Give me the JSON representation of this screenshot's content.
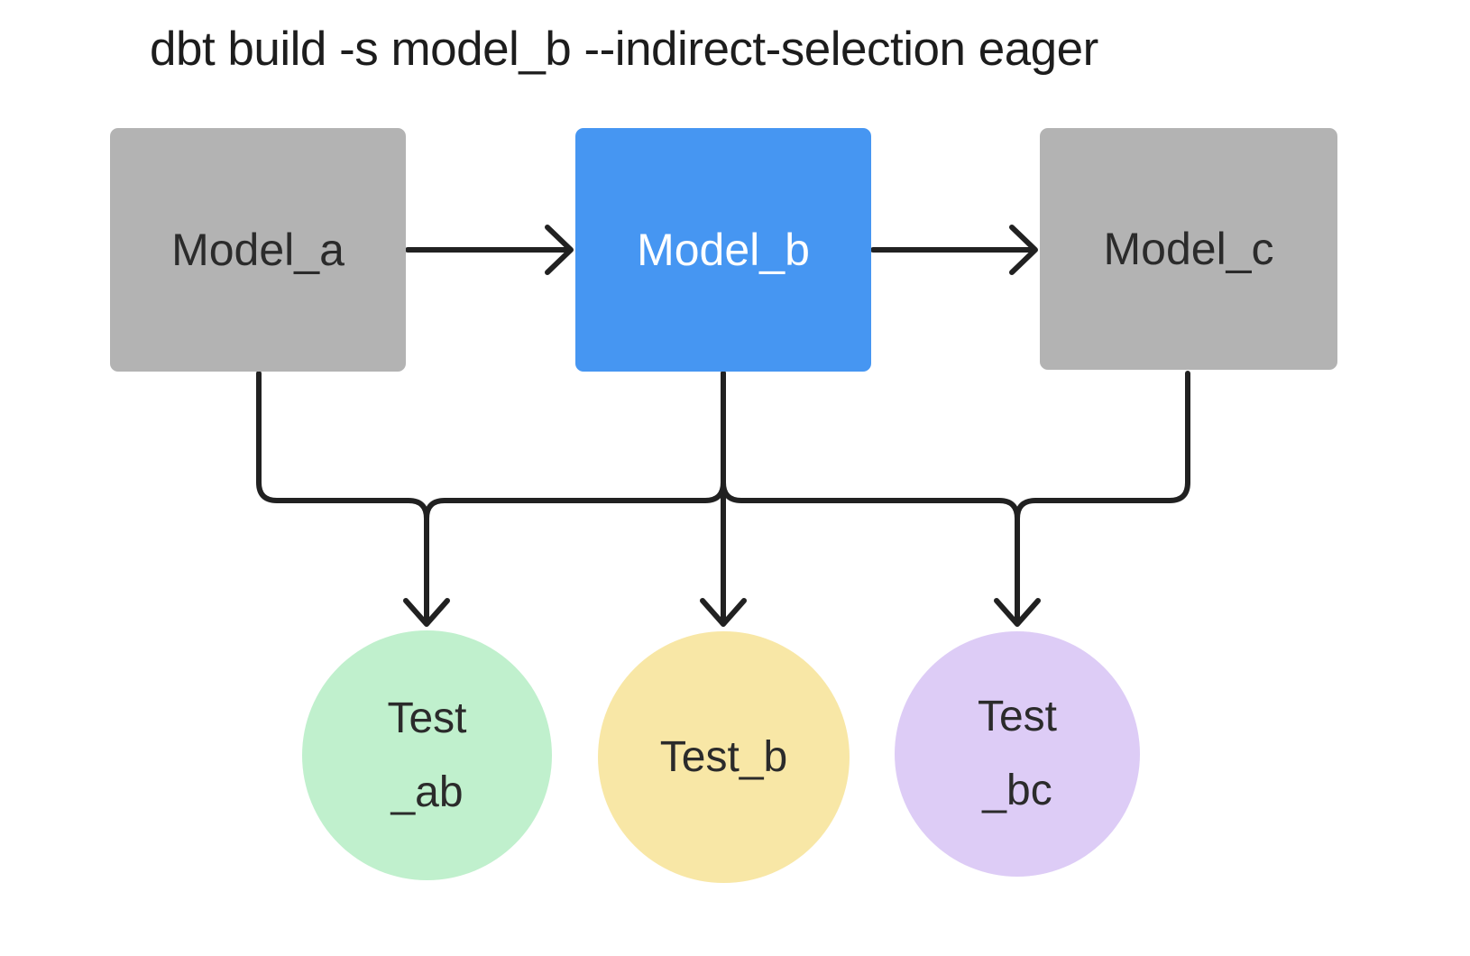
{
  "title": "dbt build -s model_b --indirect-selection eager",
  "nodes": {
    "model_a": {
      "label": "Model_a",
      "type": "model",
      "state": "unselected"
    },
    "model_b": {
      "label": "Model_b",
      "type": "model",
      "state": "selected"
    },
    "model_c": {
      "label": "Model_c",
      "type": "model",
      "state": "unselected"
    },
    "test_ab": {
      "lines": [
        "Test",
        "_ab"
      ],
      "type": "test"
    },
    "test_b": {
      "lines": [
        "Test_b"
      ],
      "type": "test"
    },
    "test_bc": {
      "lines": [
        "Test",
        "_bc"
      ],
      "type": "test"
    }
  },
  "edges": [
    {
      "from": "model_a",
      "to": "model_b"
    },
    {
      "from": "model_b",
      "to": "model_c"
    },
    {
      "from": "model_a",
      "to": "test_ab"
    },
    {
      "from": "model_b",
      "to": "test_ab"
    },
    {
      "from": "model_b",
      "to": "test_b"
    },
    {
      "from": "model_b",
      "to": "test_bc"
    },
    {
      "from": "model_c",
      "to": "test_bc"
    }
  ],
  "colors": {
    "model_fill": "#b3b3b3",
    "model_selected_fill": "#4696f2",
    "model_text": "#2b2b2b",
    "model_selected_text": "#ffffff",
    "test_ab_fill": "#c0f0cd",
    "test_b_fill": "#f8e7a6",
    "test_bc_fill": "#ddccf6",
    "edge_stroke": "#212121",
    "title_text": "#1d1d1d"
  }
}
